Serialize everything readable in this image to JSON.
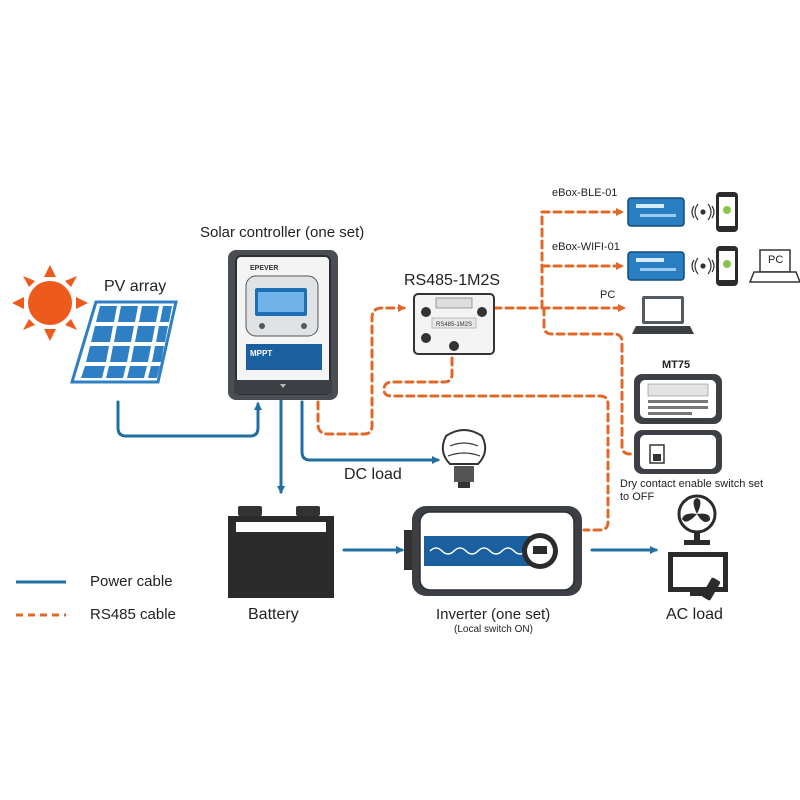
{
  "labels": {
    "pv_array": "PV array",
    "solar_controller": "Solar controller (one set)",
    "rs485_hub": "RS485-1M2S",
    "ebox_ble": "eBox-BLE-01",
    "ebox_wifi": "eBox-WIFI-01",
    "pc_label": "PC",
    "pc_box_label": "PC",
    "mt75": "MT75",
    "dry_contact": "Dry contact enable switch set to OFF",
    "dc_load": "DC load",
    "battery": "Battery",
    "inverter": "Inverter (one set)",
    "inverter_sub": "(Local switch ON)",
    "ac_load": "AC load"
  },
  "device_text": {
    "controller_brand": "EPEVER",
    "controller_model": "MPPT",
    "hub_center": "RS485-1M2S"
  },
  "legend": [
    {
      "style": "solid",
      "label": "Power cable",
      "color": "#1f6fa0"
    },
    {
      "style": "dashed",
      "label": "RS485 cable",
      "color": "#e0692a"
    }
  ],
  "colors": {
    "power_cable": "#1f6fa0",
    "rs485_cable": "#e0692a",
    "sun": "#ee5a1b",
    "solar_panel": "#2f7fc4",
    "device_dark": "#3c3f44",
    "device_blue": "#1a5f9e"
  },
  "icons": [
    "sun-icon",
    "solar-panel-icon",
    "solar-controller-icon",
    "rs485-hub-icon",
    "ebox-icon",
    "smartphone-icon",
    "bluetooth-signal-icon",
    "wifi-signal-icon",
    "laptop-icon",
    "mt75-meter-icon",
    "dry-contact-switch-icon",
    "light-bulb-icon",
    "battery-icon",
    "inverter-icon",
    "fan-icon",
    "tv-icon",
    "remote-control-icon"
  ]
}
